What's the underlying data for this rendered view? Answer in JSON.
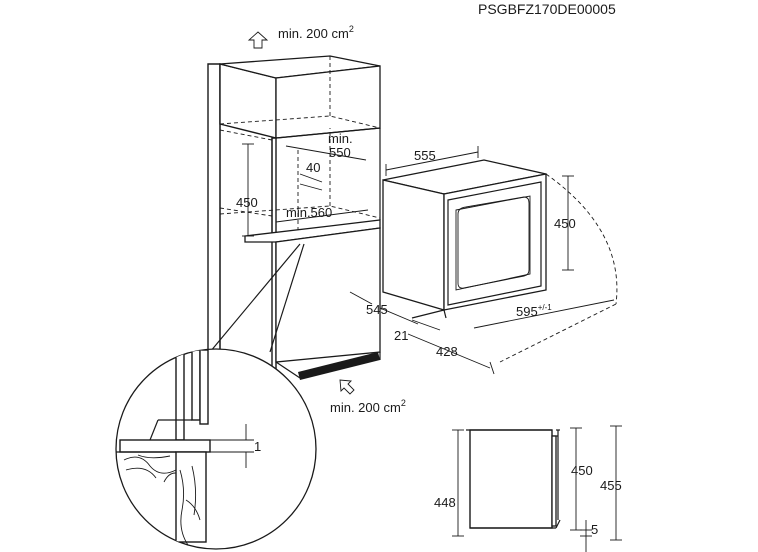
{
  "doc_code": "PSGBFZ170DE00005",
  "labels": {
    "vent_top": "min. 200 cm",
    "vent_top_sup": "2",
    "vent_bottom": "min. 200 cm",
    "vent_bottom_sup": "2",
    "niche_min_word": "min.",
    "niche_min_depth": "550",
    "niche_gap": "40",
    "niche_height": "450",
    "niche_width": "min.560",
    "oven_depth_top": "555",
    "oven_height": "450",
    "oven_width_front": "545",
    "oven_door_thickness": "21",
    "oven_body_depth": "428",
    "oven_door_open": "595",
    "oven_door_open_tol": "+/-1",
    "detail_gap": "1",
    "side_body_height": "448",
    "side_front_height": "450",
    "side_total_height": "455",
    "side_offset": "5"
  }
}
